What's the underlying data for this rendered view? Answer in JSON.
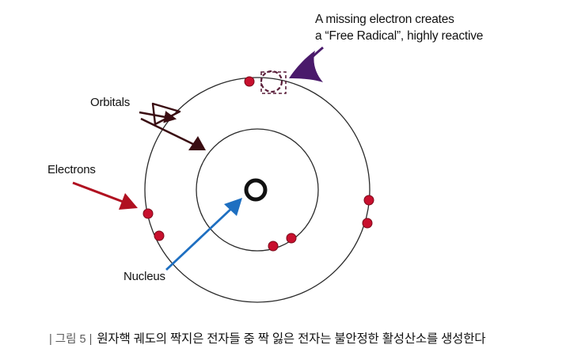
{
  "labels": {
    "missing_line1": "A missing electron creates",
    "missing_line2": "a “Free Radical”, highly reactive",
    "orbitals": "Orbitals",
    "electrons": "Electrons",
    "nucleus": "Nucleus"
  },
  "caption": {
    "figure": "| 그림 5 |",
    "text": "원자핵 궤도의 짝지은 전자들 중 짝 잃은 전자는 불안정한 활성산소를 생성한다"
  },
  "colors": {
    "electron": "#c8102e",
    "electrons_arrow": "#b01020",
    "orbitals_arrow": "#3a0d12",
    "missing_arrow": "#4a1a6b",
    "nucleus_arrow": "#1e6fc1",
    "missing_marker": "#5a1f3a"
  }
}
